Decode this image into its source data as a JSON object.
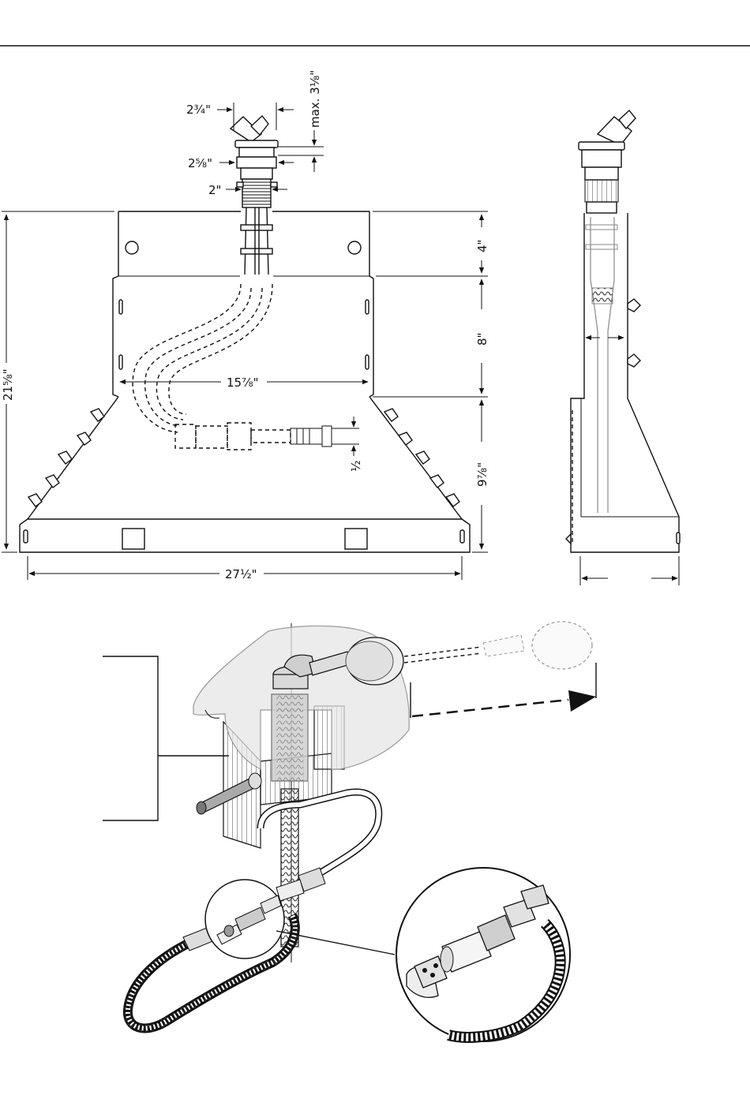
{
  "drawing": {
    "front_view": {
      "dim_outlet_width": "2¾\"",
      "dim_max_height": "max. 3⅛\"",
      "dim_flange_width": "2⅝\"",
      "dim_shank_width": "2\"",
      "dim_total_height": "21⅝\"",
      "dim_top_section": "4\"",
      "dim_middle_section": "8\"",
      "dim_bottom_section": "9⅞\"",
      "dim_inner_width": "15⅞\"",
      "dim_hose_connection": "½",
      "dim_base_width": "27½\""
    },
    "side_view": {},
    "installation_view": {}
  },
  "colors": {
    "line": "#111111",
    "background": "#ffffff",
    "shade": "#d6d6d6"
  }
}
